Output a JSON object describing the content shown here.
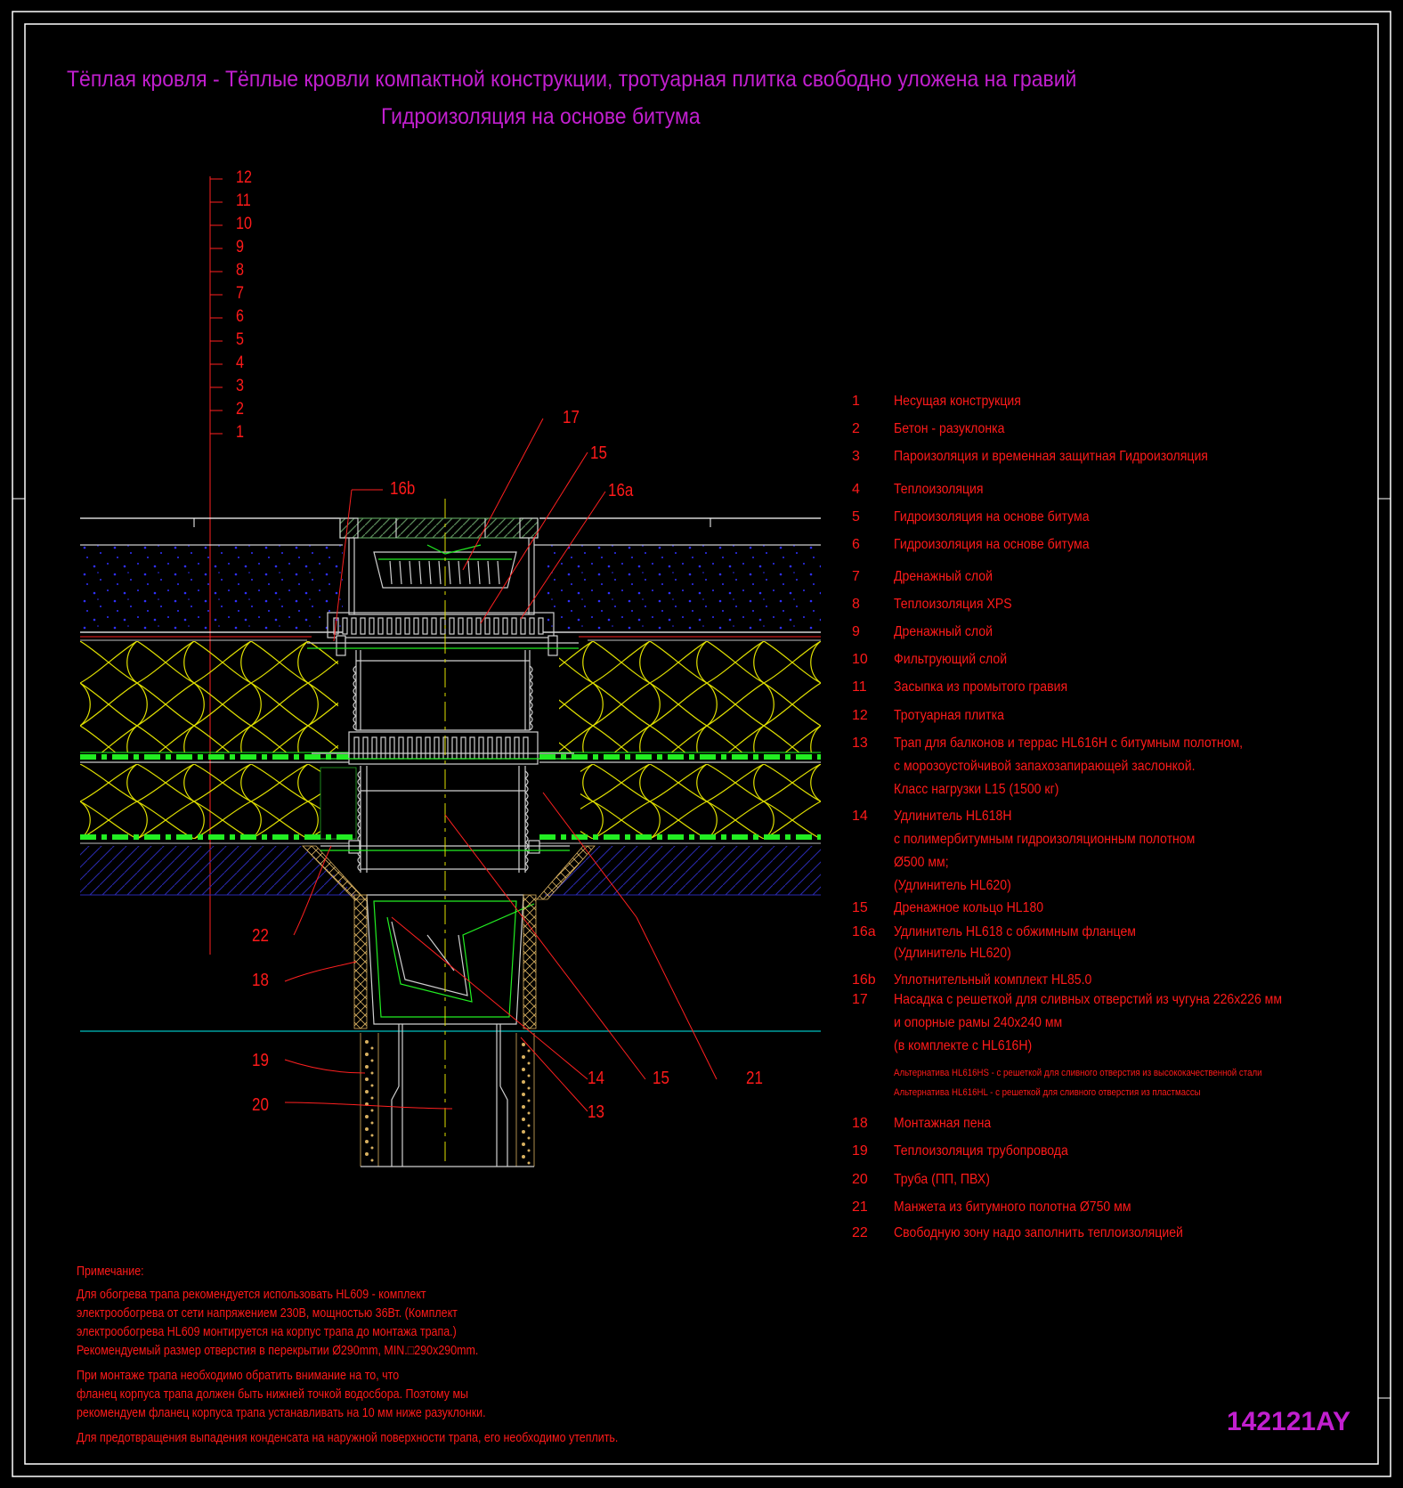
{
  "title": {
    "line1": "Тёплая кровля - Тёплые кровли компактной конструкции, тротуарная плитка свободно уложена на гравий",
    "line2": "Гидроизоляция на основе битума"
  },
  "layer_scale": [
    "12",
    "11",
    "10",
    "9",
    "8",
    "7",
    "6",
    "5",
    "4",
    "3",
    "2",
    "1"
  ],
  "callouts": {
    "c17": "17",
    "c15top": "15",
    "c16a": "16a",
    "c16b": "16b",
    "c22": "22",
    "c18": "18",
    "c19": "19",
    "c20": "20",
    "c14": "14",
    "c15bot": "15",
    "c21": "21",
    "c13": "13"
  },
  "legend": [
    {
      "num": "1",
      "lines": [
        "Несущая конструкция"
      ]
    },
    {
      "num": "2",
      "lines": [
        "Бетон - разуклонка"
      ]
    },
    {
      "num": "3",
      "lines": [
        "Пароизоляция и временная защитная Гидроизоляция"
      ]
    },
    {
      "num": "4",
      "lines": [
        "Теплоизоляция"
      ]
    },
    {
      "num": "5",
      "lines": [
        "Гидроизоляция на основе битума"
      ]
    },
    {
      "num": "6",
      "lines": [
        "Гидроизоляция на основе битума"
      ]
    },
    {
      "num": "7",
      "lines": [
        "Дренажный слой"
      ]
    },
    {
      "num": "8",
      "lines": [
        "Теплоизоляция XPS"
      ]
    },
    {
      "num": "9",
      "lines": [
        "Дренажный слой"
      ]
    },
    {
      "num": "10",
      "lines": [
        "Фильтрующий слой"
      ]
    },
    {
      "num": "11",
      "lines": [
        "Засыпка из промытого гравия"
      ]
    },
    {
      "num": "12",
      "lines": [
        "Тротуарная плитка"
      ]
    },
    {
      "num": "13",
      "lines": [
        "Трап для балконов и террас HL616H с битумным полотном,",
        "с морозоустойчивой запахозапирающей заслонкой.",
        "Класс нагрузки L15 (1500 кг)"
      ]
    },
    {
      "num": "14",
      "lines": [
        "Удлинитель HL618H",
        " с полимербитумным гидроизоляционным полотном",
        "Ø500 мм;",
        "(Удлинитель HL620)"
      ]
    },
    {
      "num": "15",
      "lines": [
        "Дренажное кольцо HL180"
      ]
    },
    {
      "num": "16a",
      "lines": [
        "Удлинитель HL618 с обжимным фланцем",
        "(Удлинитель HL620)"
      ]
    },
    {
      "num": "16b",
      "lines": [
        "Уплотнительный комплект HL85.0"
      ]
    },
    {
      "num": "17",
      "lines": [
        "Насадка с решеткой для сливных отверстий из чугуна 226x226 мм",
        "и опорные рамы 240x240 мм",
        "(в комплекте с HL616H)"
      ]
    },
    {
      "num": "",
      "small": true,
      "lines": [
        "Альтернатива HL616HS - с решеткой  для сливного отверстия из высококачественной стали"
      ]
    },
    {
      "num": "",
      "small": true,
      "lines": [
        "Альтернатива HL616HL - с решеткой  для сливного отверстия из пластмассы"
      ]
    },
    {
      "num": "18",
      "lines": [
        "Монтажная пена"
      ]
    },
    {
      "num": "19",
      "lines": [
        "Теплоизоляция трубопровода"
      ]
    },
    {
      "num": "20",
      "lines": [
        "Труба (ПП, ПВХ)"
      ]
    },
    {
      "num": "21",
      "lines": [
        "Манжета из битумного полотна Ø750 мм"
      ]
    },
    {
      "num": "22",
      "lines": [
        " Свободную зону надо заполнить теплоизоляцией"
      ]
    }
  ],
  "note": {
    "heading": "Примечание:",
    "para1": [
      "Для обогрева трапа рекомендуется использовать HL609 - комплект",
      "электрообогрева от сети напряжением 230В, мощностью 36Вт. (Комплект",
      "электрообогрева HL609 монтируется на корпус трапа до монтажа трапа.)",
      "Рекомендуемый размер отверстия в перекрытии Ø290mm, MIN.□290x290mm."
    ],
    "para2": [
      "При монтаже трапа необходимо обратить внимание на то, что",
      "фланец корпуса трапа должен быть нижней точкой водосбора. Поэтому мы",
      "рекомендуем фланец корпуса трапа устанавливать на 10 мм ниже разуклонки."
    ],
    "para3": [
      "Для предотвращения выпадения конденсата на наружной поверхности трапа, его необходимо утеплить."
    ]
  },
  "drawing_code": "142121AY",
  "colors": {
    "background": "#000000",
    "frame": "#ffffff",
    "title": "#c21fcf",
    "text": "#ff1a1a",
    "insulation": "#e0e000",
    "membrane": "#22ee22",
    "gravel": "#2020c0",
    "drain": "#d0d0d0",
    "axis": "#e0e000",
    "base_line": "#00a0a0"
  }
}
